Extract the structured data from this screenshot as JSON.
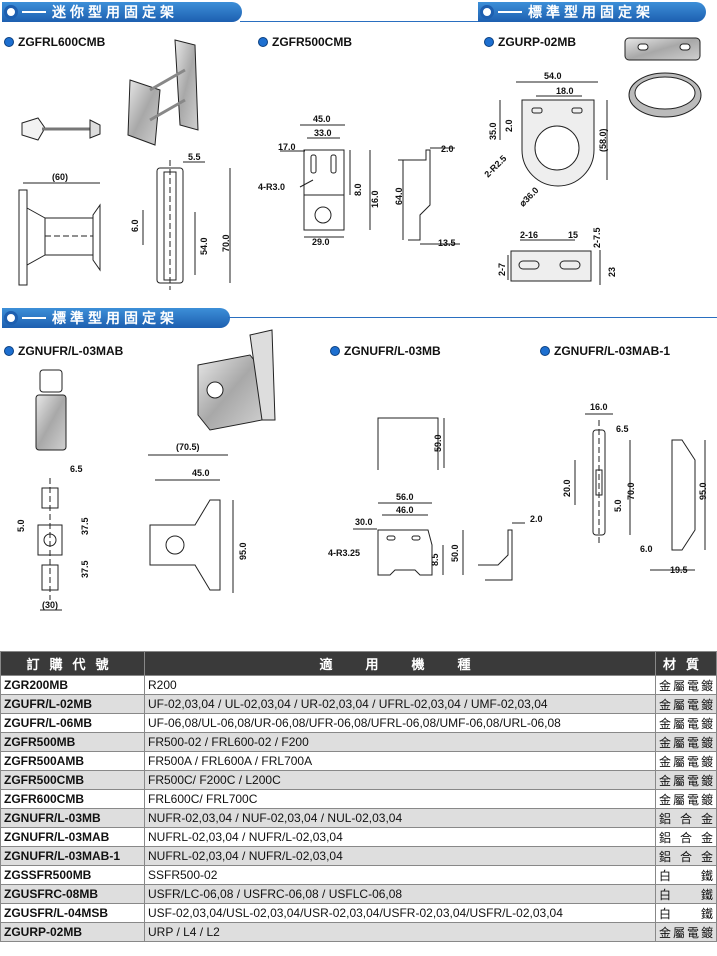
{
  "banners": {
    "mini": "迷你型用固定架",
    "standard_top": "標準型用固定架",
    "standard_mid": "標準型用固定架"
  },
  "models": {
    "zgfrl600cmb": "ZGFRL600CMB",
    "zgfr500cmb": "ZGFR500CMB",
    "zgurp02mb": "ZGURP-02MB",
    "zgnufr03mab": "ZGNUFR/L-03MAB",
    "zgnufr03mb": "ZGNUFR/L-03MB",
    "zgnufr03mab1": "ZGNUFR/L-03MAB-1"
  },
  "dims": {
    "d60": "(60)",
    "d5_5": "5.5",
    "d6_0a": "6.0",
    "d54_0": "54.0",
    "d70_0a": "70.0",
    "d45_0a": "45.0",
    "d33_0": "33.0",
    "d17_0": "17.0",
    "d4r3": "4-R3.0",
    "d8_0": "8.0",
    "d16_0a": "16.0",
    "d29_0": "29.0",
    "d2_0a": "2.0",
    "d64_0": "64.0",
    "d13_5": "13.5",
    "d54_0b": "54.0",
    "d18_0": "18.0",
    "d35_0": "35.0",
    "d2_0b": "2.0",
    "d2r2_5": "2-R2.5",
    "d58_0": "(58.0)",
    "d36_0": "⌀36.0",
    "d2_16": "2-16",
    "d15": "15",
    "d2_7_5": "2-7.5",
    "d2_7": "2-7",
    "d23": "23",
    "d6_5a": "6.5",
    "d5_0a": "5.0",
    "d37_5a": "37.5",
    "d37_5b": "37.5",
    "d30": "(30)",
    "d70_5": "(70.5)",
    "d45_0b": "45.0",
    "d95_0a": "95.0",
    "d59_0": "59.0",
    "d56_0": "56.0",
    "d46_0": "46.0",
    "d30_0": "30.0",
    "d4r325": "4-R3.25",
    "d8_5": "8.5",
    "d50_0": "50.0",
    "d2_0c": "2.0",
    "d16_0b": "16.0",
    "d6_5b": "6.5",
    "d20_0": "20.0",
    "d5_0b": "5.0",
    "d70_0b": "70.0",
    "d95_0b": "95.0",
    "d6_0b": "6.0",
    "d19_5": "19.5"
  },
  "table": {
    "headers": [
      "訂購代號",
      "適　用　機　種",
      "材質"
    ],
    "rows": [
      {
        "code": "ZGR200MB",
        "models": "R200",
        "material": "金屬電鍍"
      },
      {
        "code": "ZGUFR/L-02MB",
        "models": "UF-02,03,04 / UL-02,03,04 / UR-02,03,04 / UFRL-02,03,04 / UMF-02,03,04",
        "material": "金屬電鍍"
      },
      {
        "code": "ZGUFR/L-06MB",
        "models": "UF-06,08/UL-06,08/UR-06,08/UFR-06,08/UFRL-06,08/UMF-06,08/URL-06,08",
        "material": "金屬電鍍"
      },
      {
        "code": "ZGFR500MB",
        "models": "FR500-02 / FRL600-02 / F200",
        "material": "金屬電鍍"
      },
      {
        "code": "ZGFR500AMB",
        "models": "FR500A / FRL600A / FRL700A",
        "material": "金屬電鍍"
      },
      {
        "code": "ZGFR500CMB",
        "models": "FR500C/ F200C / L200C",
        "material": "金屬電鍍"
      },
      {
        "code": "ZGFR600CMB",
        "models": "FRL600C/ FRL700C",
        "material": "金屬電鍍"
      },
      {
        "code": "ZGNUFR/L-03MB",
        "models": "NUFR-02,03,04 / NUF-02,03,04 / NUL-02,03,04",
        "material": "鋁合金"
      },
      {
        "code": "ZGNUFR/L-03MAB",
        "models": "NUFRL-02,03,04 / NUFR/L-02,03,04",
        "material": "鋁合金"
      },
      {
        "code": "ZGNUFR/L-03MAB-1",
        "models": "NUFRL-02,03,04 / NUFR/L-02,03,04",
        "material": "鋁合金"
      },
      {
        "code": "ZGSSFR500MB",
        "models": "SSFR500-02",
        "material": "白鐵"
      },
      {
        "code": "ZGUSFRC-08MB",
        "models": "USFR/LC-06,08 / USFRC-06,08 / USFLC-06,08",
        "material": "白鐵"
      },
      {
        "code": "ZGUSFR/L-04MSB",
        "models": "USF-02,03,04/USL-02,03,04/USR-02,03,04/USFR-02,03,04/USFR/L-02,03,04",
        "material": "白鐵"
      },
      {
        "code": "ZGURP-02MB",
        "models": "URP / L4 / L2",
        "material": "金屬電鍍"
      }
    ]
  }
}
